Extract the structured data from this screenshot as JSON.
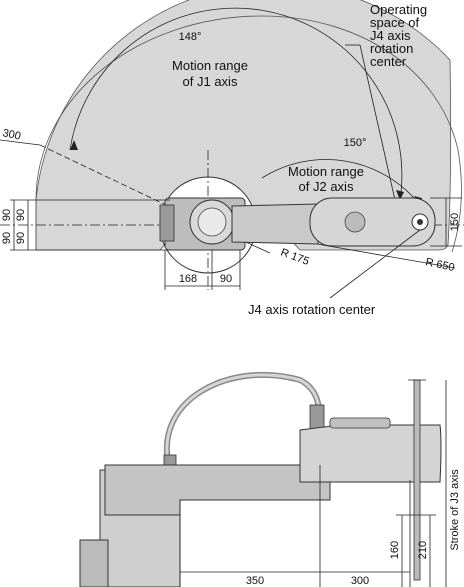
{
  "top_view": {
    "angle_j1": "148°",
    "angle_j2": "150°",
    "label_j1": [
      "Motion range",
      "of J1 axis"
    ],
    "label_j2": [
      "Motion range",
      "of J2 axis"
    ],
    "label_j4_space": [
      "Operating",
      "space of",
      "J4 axis",
      "rotation",
      "center"
    ],
    "label_j4_center": "J4 axis rotation center",
    "dim_r300": "300",
    "dim_r175": "R 175",
    "dim_r650": "R 650",
    "dim_90_upper": "90",
    "dim_90_lower": "90",
    "dim_90_left_b": "90",
    "dim_90_left_c": "90",
    "dim_150": "150",
    "dim_168": "168",
    "dim_90_bottom": "90"
  },
  "side_view": {
    "dim_350": "350",
    "dim_300": "300",
    "dim_160": "160",
    "dim_210": "210",
    "label_stroke": "Stroke of J3 axis"
  },
  "colors": {
    "range_fill": "#d7d7d7",
    "robot_fill": "#c9c9c9",
    "robot_dark": "#8a8a8a",
    "line": "#222222"
  }
}
